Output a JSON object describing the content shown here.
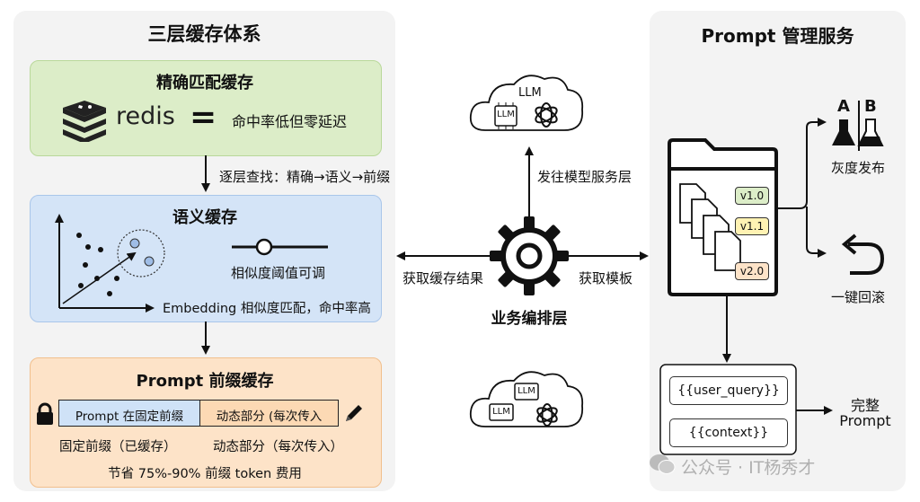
{
  "left_panel": {
    "title": "三层缓存体系",
    "exact": {
      "title": "精确匹配缓存",
      "logo_text": "redis",
      "equals": "=",
      "desc": "命中率低但零延迟"
    },
    "arrow_label": "逐层查找：精确→语义→前缀",
    "semantic": {
      "title": "语义缓存",
      "slider_label": "相似度阈值可调",
      "desc": "Embedding 相似度匹配，命中率高"
    },
    "prefix": {
      "title": "Prompt 前缀缓存",
      "fixed_label": "Prompt  在固定前缀",
      "dynamic_label": "动态部分 (每次传入",
      "fixed_caption": "固定前缀（已缓存）",
      "dynamic_caption": "动态部分（每次传入）",
      "saving": "节省 75%-90% 前缀 token 费用"
    }
  },
  "center": {
    "top_cloud_label": "LLM",
    "chip_label": "LLM",
    "up_label": "发往模型服务层",
    "left_label": "获取缓存结果",
    "right_label": "获取模板",
    "gear_label": "业务编排层"
  },
  "right_panel": {
    "title": "Prompt 管理服务",
    "versions": [
      "v1.0",
      "v1.1",
      "v2.0"
    ],
    "ab_a": "A",
    "ab_b": "B",
    "gray_release": "灰度发布",
    "rollback": "一键回滚",
    "templates": [
      "{{user_query}}",
      "{{context}}"
    ],
    "output_line1": "完整",
    "output_line2": "Prompt"
  },
  "watermark": "公众号 · IT杨秀才",
  "colors": {
    "panel": "#f3f3f3",
    "exact_green": "#dcedc8",
    "semantic_blue": "#d4e4f7",
    "prefix_orange": "#fde3c8",
    "fixed_blue": "#cfe2f7",
    "dynamic_orange": "#fcd9b4",
    "v10": "#dcedc8",
    "v11": "#fff2b3",
    "v20": "#fde3c8"
  }
}
